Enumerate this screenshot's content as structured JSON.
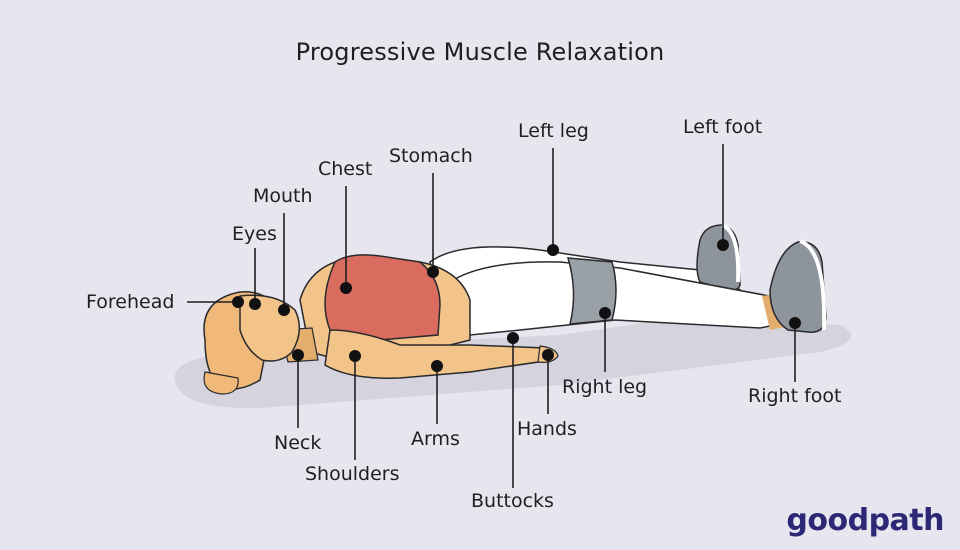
{
  "title": "Progressive Muscle Relaxation",
  "labels": {
    "forehead": "Forehead",
    "eyes": "Eyes",
    "mouth": "Mouth",
    "chest": "Chest",
    "stomach": "Stomach",
    "left_leg": "Left leg",
    "left_foot": "Left foot",
    "neck": "Neck",
    "shoulders": "Shoulders",
    "arms": "Arms",
    "buttocks": "Buttocks",
    "hands": "Hands",
    "right_leg": "Right leg",
    "right_foot": "Right foot"
  },
  "brand": "goodpath",
  "colors": {
    "background": "#e7e6ef",
    "skin": "#f3c489",
    "skin_shade": "#e3ad6e",
    "top": "#d96b5f",
    "pants": "#ffffff",
    "knee_band": "#9aa1a6",
    "shoe": "#8e949b",
    "brand": "#2d2875",
    "ink": "#1f1f22"
  }
}
